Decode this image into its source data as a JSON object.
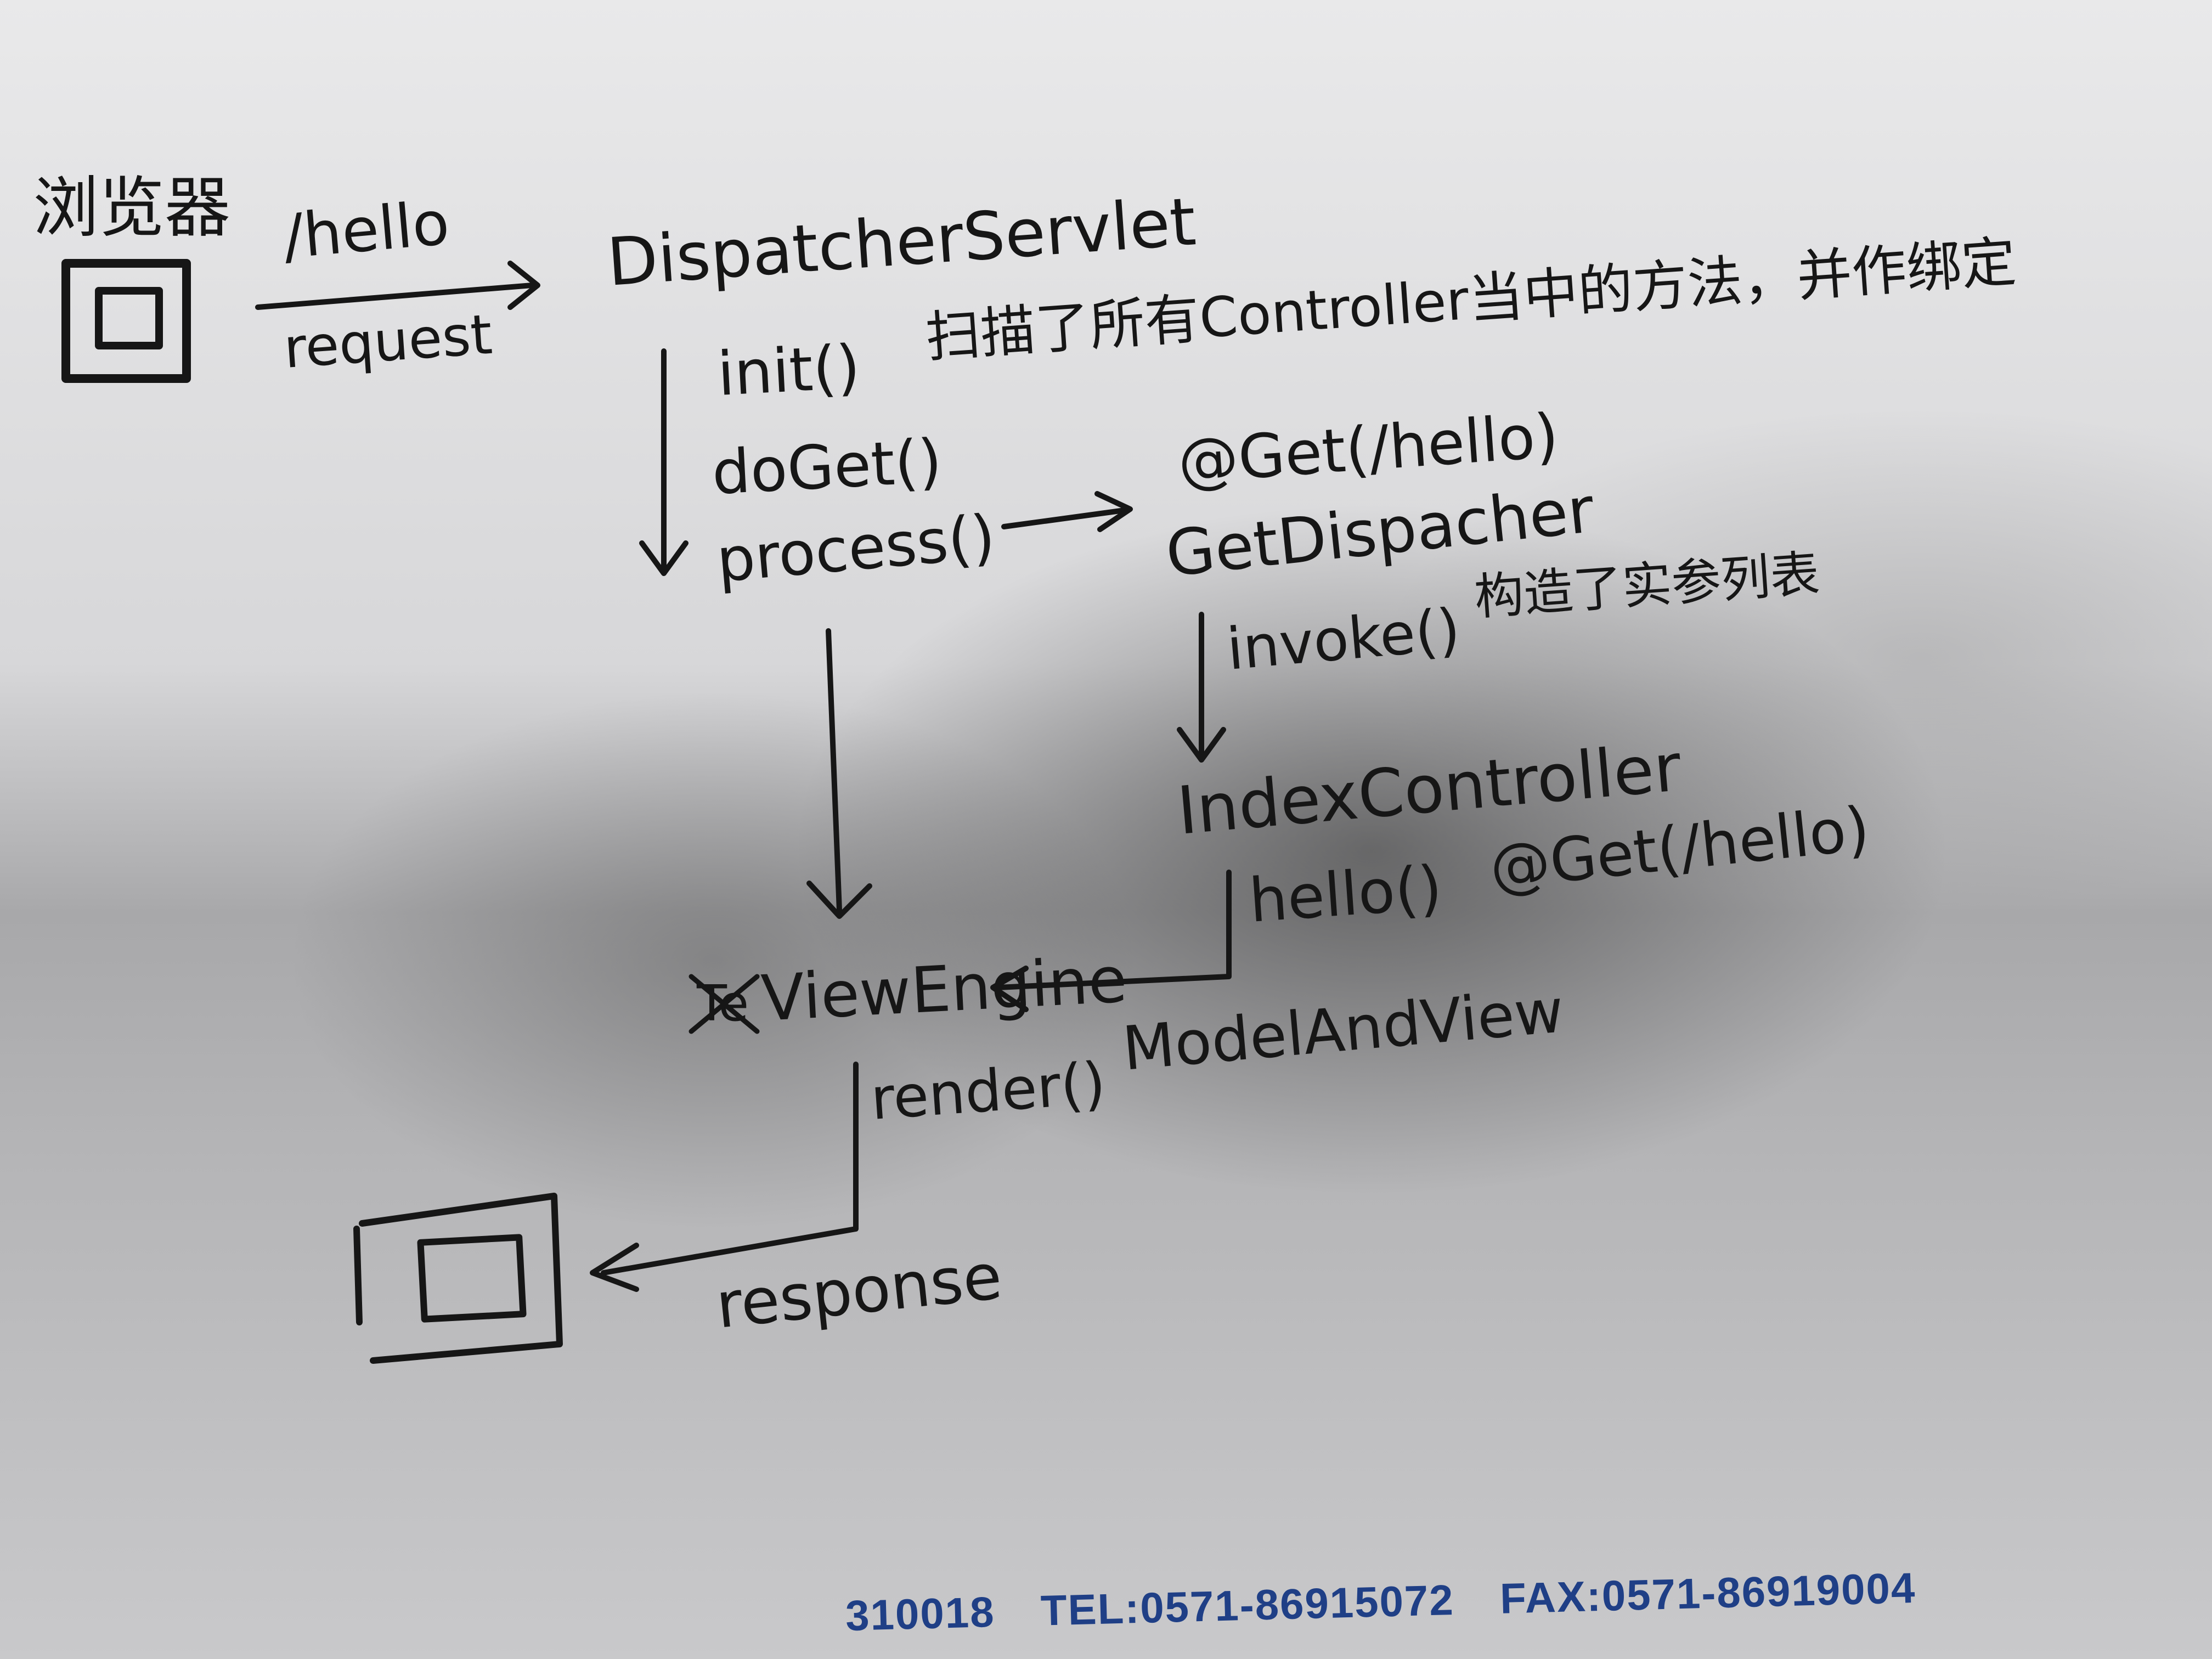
{
  "labels": {
    "browser": "浏览器",
    "hello_path": "/hello",
    "request": "request",
    "dispatcher_servlet": "DispatcherServlet",
    "init": "init()",
    "init_note": "扫描了所有Controller当中的方法，并作绑定",
    "do_get": "doGet()",
    "process": "process()",
    "get_annotation": "@Get(/hello)",
    "get_dispatcher": "GetDispacher",
    "invoke": "invoke()",
    "invoke_note": "构造了实参列表",
    "index_controller": "IndexController",
    "hello_method": "hello()",
    "hello_annotation": "@Get(/hello)",
    "view_engine": "ViewEngine",
    "model_and_view": "ModelAndView",
    "render": "render()",
    "response": "response"
  },
  "footer": {
    "postal": "310018",
    "tel": "TEL:0571-86915072",
    "fax": "FAX:0571-86919004"
  }
}
